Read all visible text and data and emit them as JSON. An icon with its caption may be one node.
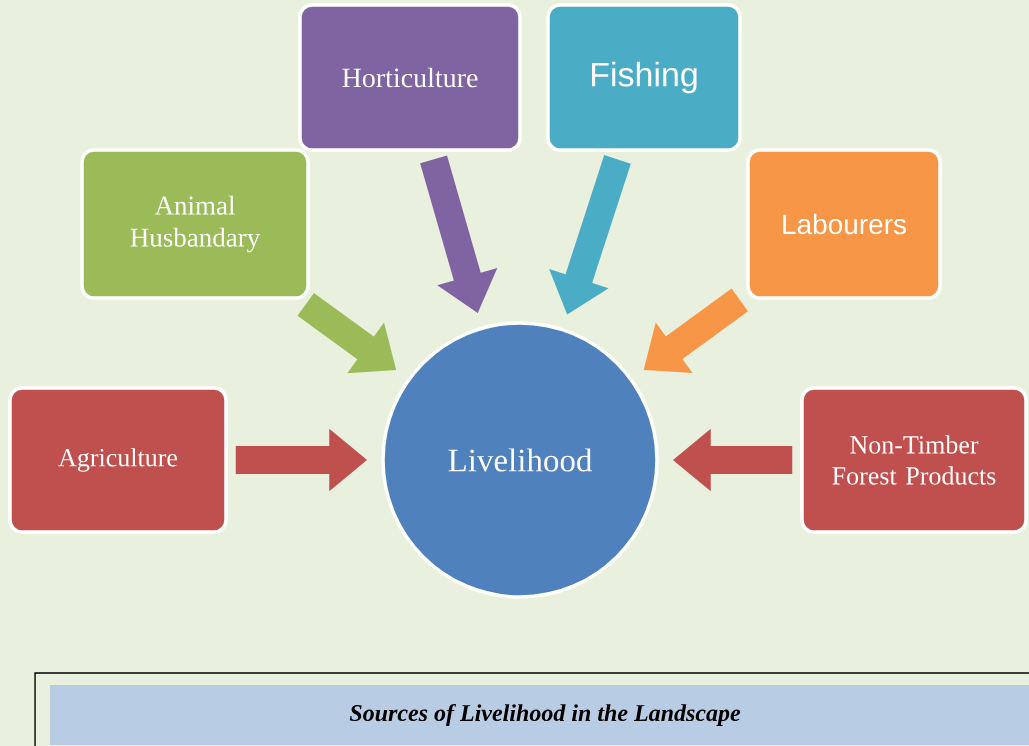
{
  "diagram": {
    "caption": "Sources of Livelihood in the Landscape",
    "nodes": [
      {
        "text": [
          "Horticulture"
        ]
      },
      {
        "text": [
          "Fishing"
        ]
      },
      {
        "text": [
          "Animal Husbandary"
        ]
      },
      {
        "text": [
          "Labourers"
        ]
      },
      {
        "text": [
          "Agriculture"
        ]
      },
      {
        "text": [
          "Livelihood"
        ]
      },
      {
        "text": [
          "Non-Timber Forest Products"
        ]
      }
    ],
    "edges": [
      {
        "from": 0,
        "to": 5,
        "arrow": "to",
        "color": "#8064a2"
      },
      {
        "from": 1,
        "to": 5,
        "arrow": "to",
        "color": "#4bacc6"
      },
      {
        "from": 2,
        "to": 5,
        "arrow": "to",
        "color": "#9bbb59"
      },
      {
        "from": 3,
        "to": 5,
        "arrow": "to",
        "color": "#f79646"
      },
      {
        "from": 4,
        "to": 5,
        "arrow": "to",
        "color": "#c0504d"
      },
      {
        "from": 6,
        "to": 5,
        "arrow": "to",
        "color": "#c0504d"
      }
    ]
  }
}
